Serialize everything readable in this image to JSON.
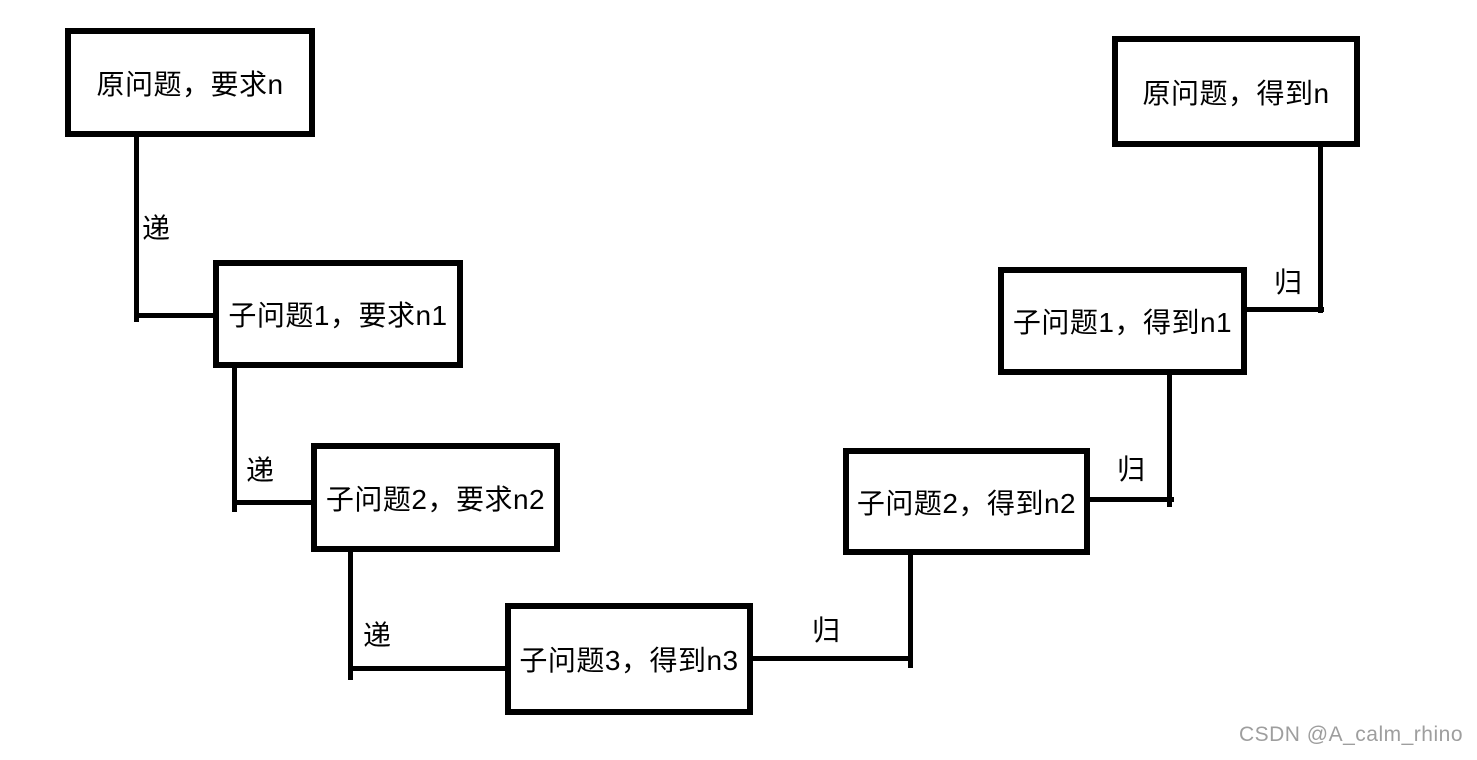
{
  "nodes": [
    {
      "label": "原问题，要求n"
    },
    {
      "label": "子问题1，要求n1"
    },
    {
      "label": "子问题2，要求n2"
    },
    {
      "label": "子问题3，得到n3"
    },
    {
      "label": "子问题2，得到n2"
    },
    {
      "label": "子问题1，得到n1"
    },
    {
      "label": "原问题，得到n"
    }
  ],
  "edges": [
    {
      "from": 0,
      "to": 1,
      "label": "递"
    },
    {
      "from": 1,
      "to": 2,
      "label": "递"
    },
    {
      "from": 2,
      "to": 3,
      "label": "递"
    },
    {
      "from": 3,
      "to": 4,
      "label": "归"
    },
    {
      "from": 4,
      "to": 5,
      "label": "归"
    },
    {
      "from": 5,
      "to": 6,
      "label": "归"
    }
  ],
  "watermark": "CSDN @A_calm_rhino",
  "colors": {
    "stroke": "#000000",
    "background": "#ffffff",
    "watermark": "#9e9e9e"
  }
}
